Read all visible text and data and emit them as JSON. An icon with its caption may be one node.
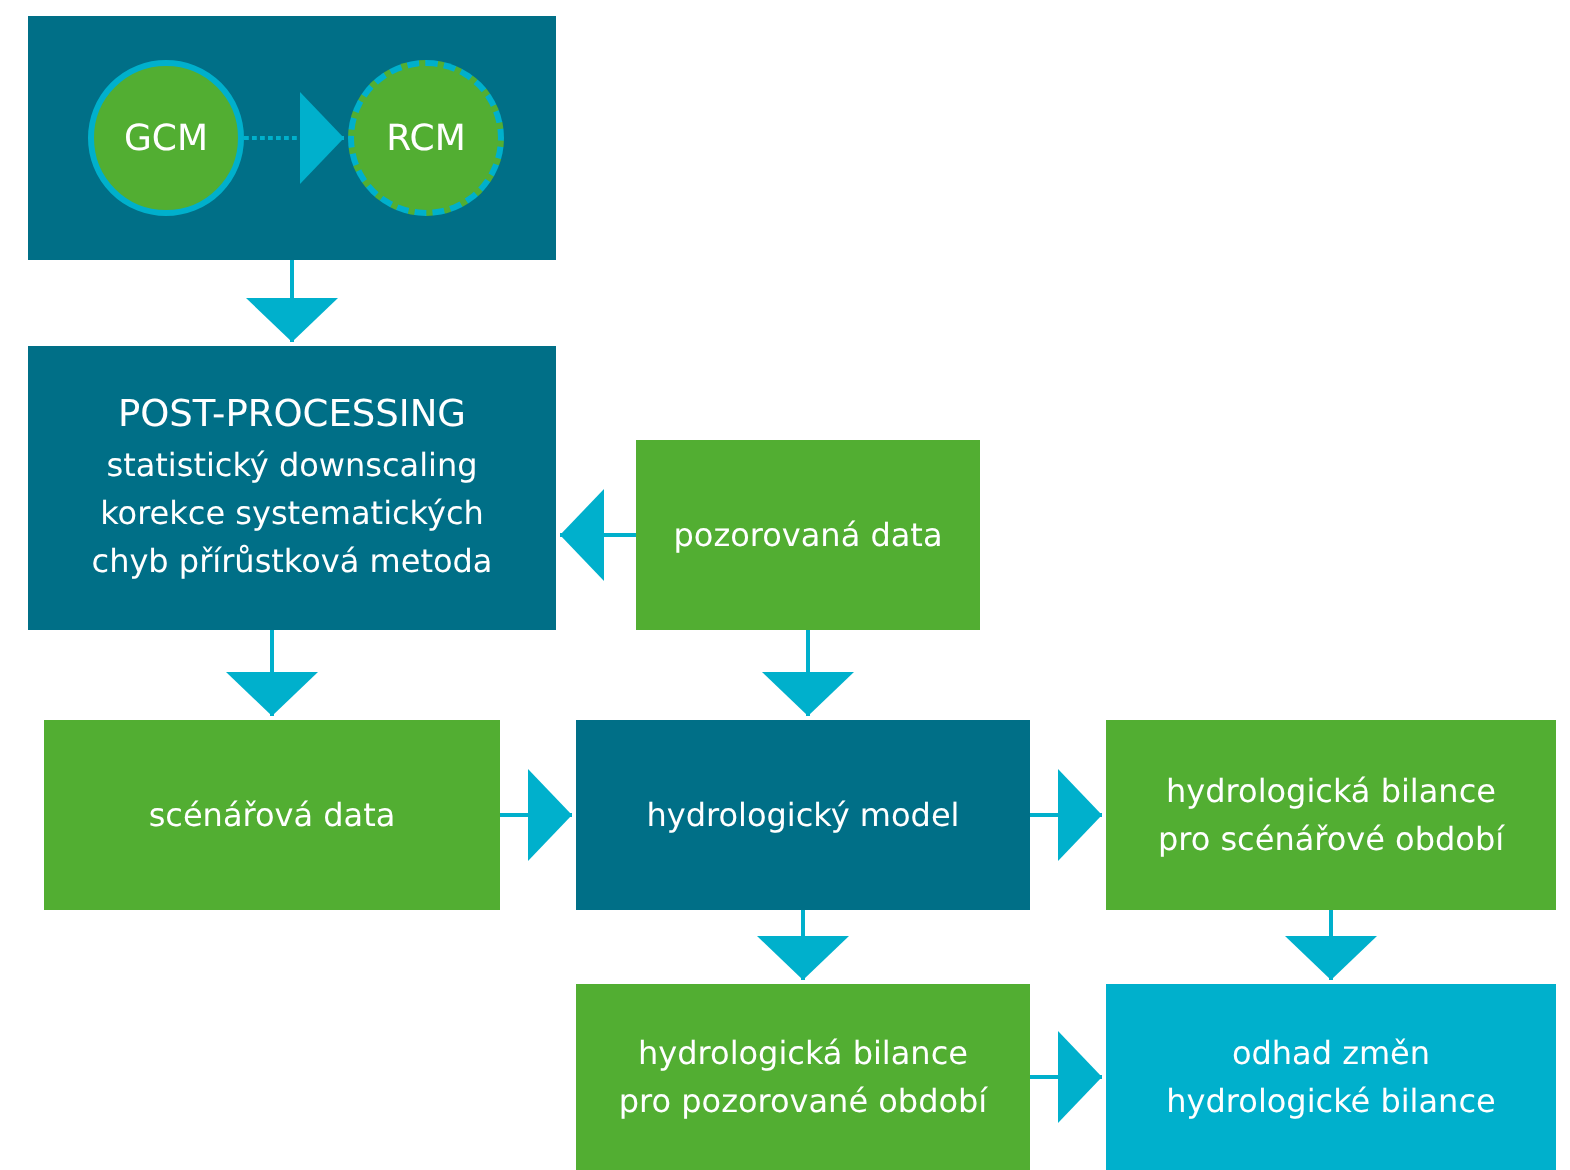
{
  "diagram": {
    "nodes": [
      {
        "text": [],
        "shape": "box"
      },
      {
        "text": [
          "GCM"
        ],
        "in": 0
      },
      {
        "text": [
          "RCM"
        ],
        "in": 0
      },
      {
        "text": [
          "POST-PROCESSING",
          "statistický downscaling korekce systematických chyb přírůstková metoda"
        ]
      },
      {
        "text": [
          "pozorovaná data"
        ]
      },
      {
        "text": [
          "scénářová data"
        ]
      },
      {
        "text": [
          "hydrologický model"
        ]
      },
      {
        "text": [
          "hydrologická bilance pro scénářové období"
        ]
      },
      {
        "text": [
          "hydrologická bilance pro pozorované období"
        ]
      },
      {
        "text": [
          "odhad změn hydrologické bilance"
        ]
      }
    ],
    "edges": [
      {
        "from": 1,
        "to": 2,
        "arrow": "to",
        "style": "dashed"
      },
      {
        "from": 0,
        "to": 3,
        "arrow": "to"
      },
      {
        "from": 4,
        "to": 3,
        "arrow": "to"
      },
      {
        "from": 3,
        "to": 5,
        "arrow": "to"
      },
      {
        "from": 4,
        "to": 6,
        "arrow": "to"
      },
      {
        "from": 5,
        "to": 6,
        "arrow": "to"
      },
      {
        "from": 6,
        "to": 7,
        "arrow": "to"
      },
      {
        "from": 6,
        "to": 8,
        "arrow": "to"
      },
      {
        "from": 7,
        "to": 9,
        "arrow": "to"
      },
      {
        "from": 8,
        "to": 9,
        "arrow": "to"
      }
    ]
  }
}
